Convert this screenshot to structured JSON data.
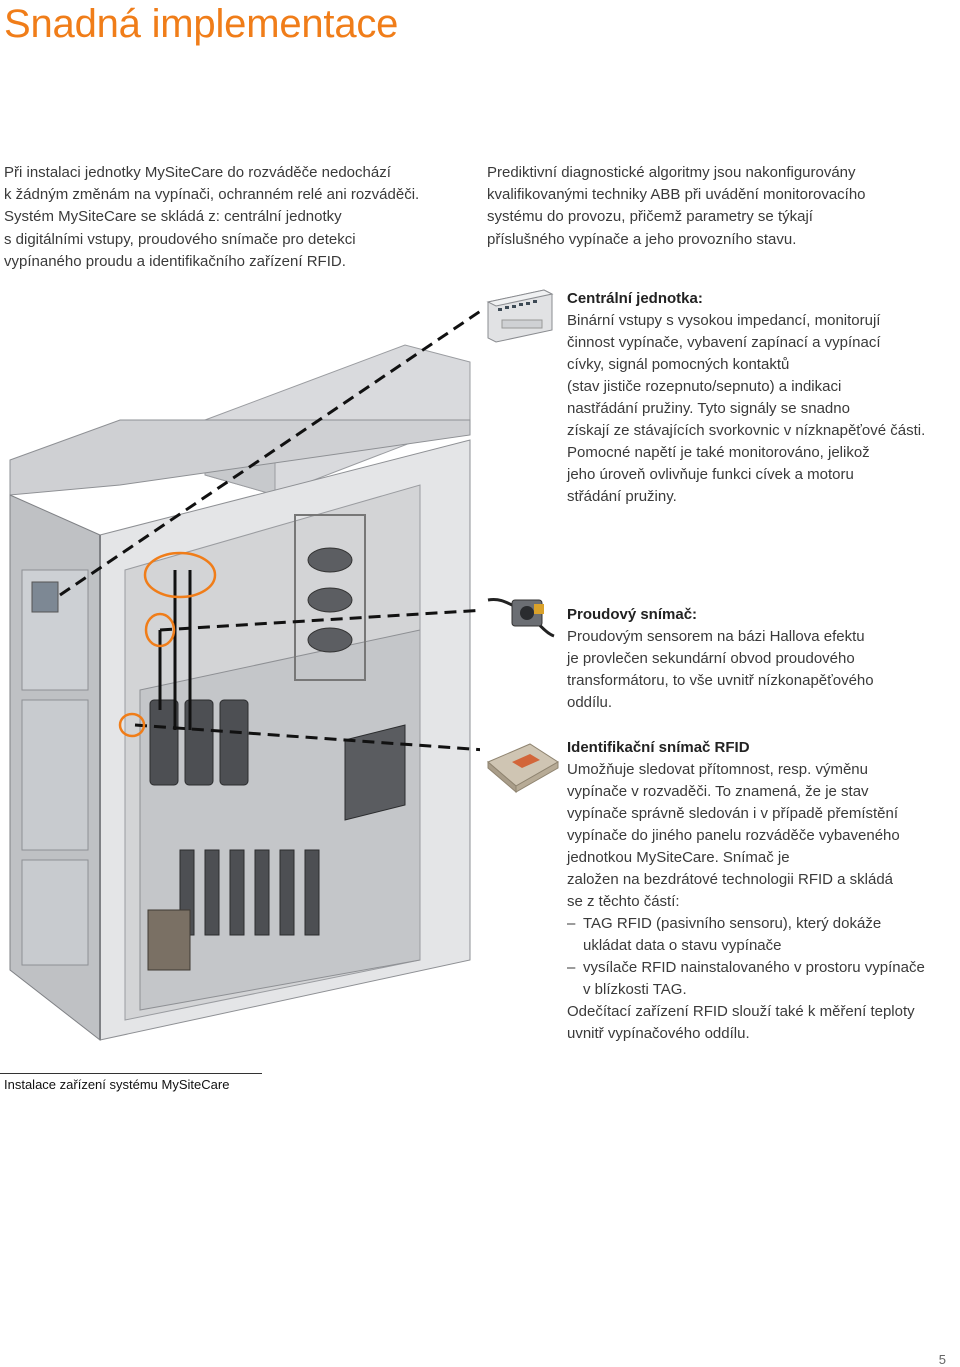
{
  "page": {
    "title": "Snadná implementace",
    "page_number": "5"
  },
  "intro_lines": [
    "Při instalaci jednotky MySiteCare do rozváděče nedochází",
    "k žádným změnám na vypínači, ochranném relé ani rozváděči.",
    "Systém MySiteCare se skládá z: centrální jednotky",
    "s digitálními vstupy, proudového snímače pro detekci",
    "vypínaného proudu a identifikačního zařízení RFID."
  ],
  "predict_lines": [
    "Prediktivní diagnostické algoritmy jsou nakonfigurovány",
    "kvalifikovanými techniky ABB při uvádění monitorovacího",
    "systému do provozu, přičemž parametry se týkají",
    "příslušného vypínače a jeho provozního stavu."
  ],
  "central": {
    "heading": "Centrální jednotka:",
    "lines": [
      "Binární vstupy s vysokou impedancí, monitorují",
      "činnost vypínače, vybavení zapínací a vypínací",
      "cívky, signál pomocných kontaktů",
      "(stav jističe rozepnuto/sepnuto) a indikaci",
      "nastřádání pružiny. Tyto signály se snadno",
      "získají ze stávajících svorkovnic v nízknapěťové části.",
      "Pomocné napětí je také monitorováno, jelikož",
      "jeho úroveň ovlivňuje funkci cívek a motoru",
      "střádání pružiny."
    ]
  },
  "current_sensor": {
    "heading": "Proudový snímač:",
    "lines": [
      "Proudovým sensorem na bázi Hallova efektu",
      "je provlečen sekundární obvod proudového",
      "transformátoru, to vše uvnitř nízkonapěťového",
      "oddílu."
    ]
  },
  "rfid": {
    "heading": "Identifikační snímač RFID",
    "lines": [
      "Umožňuje sledovat přítomnost, resp. výměnu",
      "vypínače v rozvaděči. To znamená, že je stav",
      "vypínače správně sledován i v případě přemístění",
      "vypínače do jiného panelu rozváděče vybaveného",
      "jednotkou MySiteCare. Snímač je",
      "založen na bezdrátové technologii RFID a skládá",
      "se z těchto částí:"
    ],
    "dash_marker": "–",
    "items": [
      {
        "line1": "TAG RFID (pasivního sensoru), který dokáže",
        "line2": "ukládat data o stavu vypínače"
      },
      {
        "line1": "vysílače RFID nainstalovaného v prostoru vypínače",
        "line2": "v blízkosti TAG."
      }
    ],
    "tail_lines": [
      "Odečítací zařízení RFID slouží také k měření teploty",
      "uvnitř vypínačového oddílu."
    ]
  },
  "illustration": {
    "caption": "Instalace zařízení systému MySiteCare",
    "highlight_color": "#f07d19"
  },
  "colors": {
    "accent": "#f07d19",
    "text": "#3a3a3a"
  }
}
